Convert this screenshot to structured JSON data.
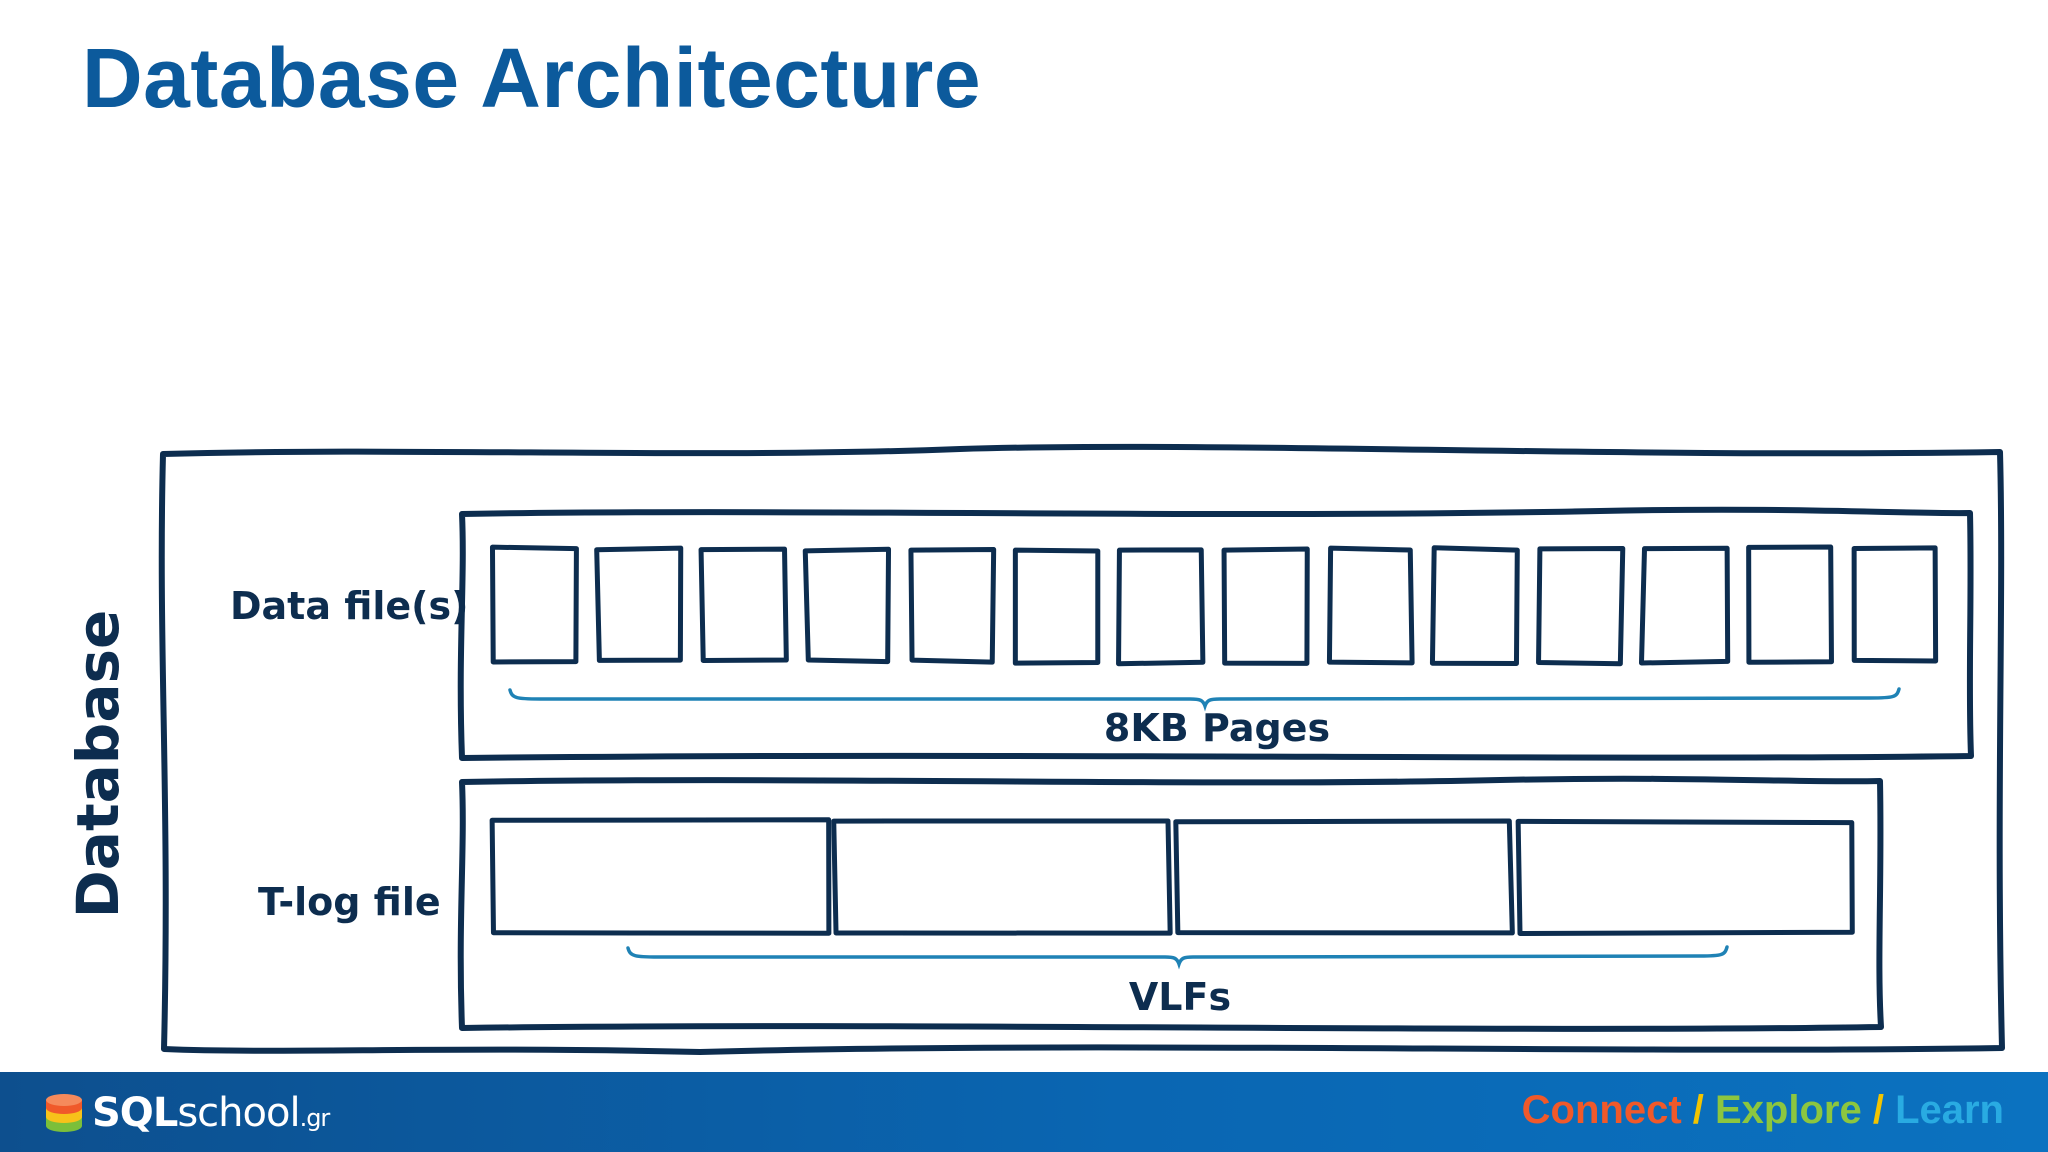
{
  "title": "Database Architecture",
  "diagram": {
    "outer_label": "Database",
    "data_section": {
      "label": "Data file(s)",
      "page_count": 14,
      "brace_label": "8KB Pages"
    },
    "log_section": {
      "label": "T-log file",
      "vlf_count": 4,
      "brace_label": "VLFs"
    },
    "colors": {
      "stroke": "#0d2d4f",
      "brace": "#1f82b5",
      "title": "#0c5a9c"
    }
  },
  "footer": {
    "logo": {
      "bold": "SQL",
      "text": "school",
      "suffix": ".gr"
    },
    "tagline": {
      "connect": "Connect",
      "sep1": " / ",
      "explore": "Explore",
      "sep2": " / ",
      "learn": "Learn"
    }
  }
}
